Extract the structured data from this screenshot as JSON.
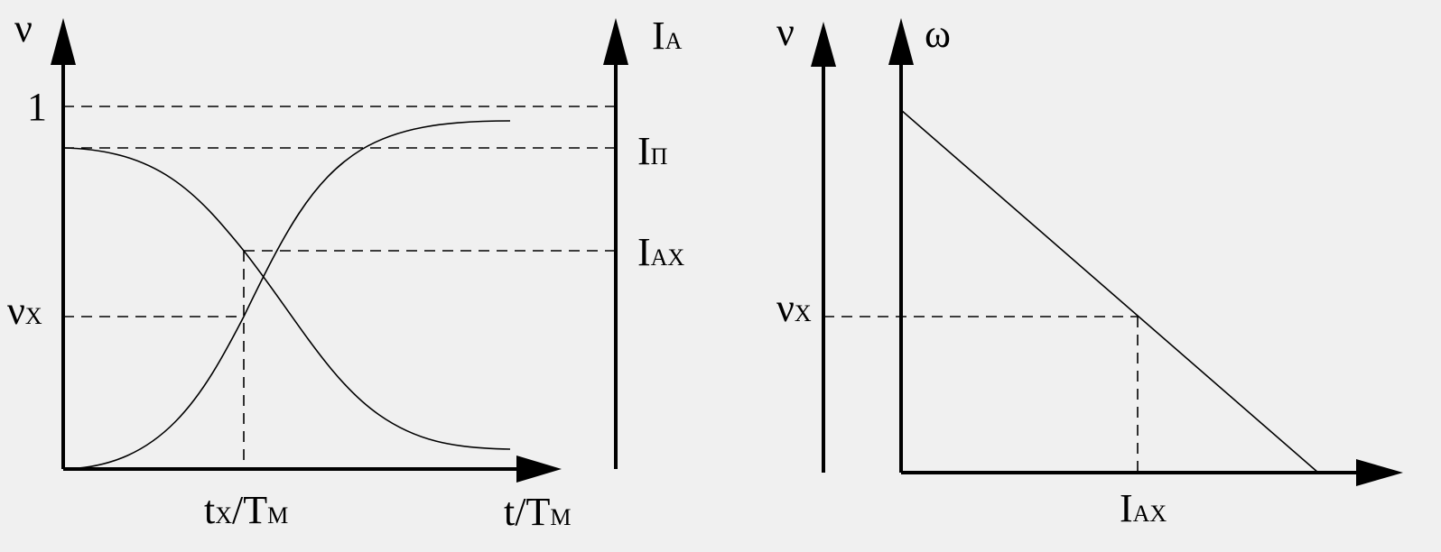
{
  "left_plot": {
    "y_axis_label": "ν",
    "y_tick_one": "1",
    "y_tick_vx": {
      "main": "ν",
      "sub": "X"
    },
    "x_tick_tx": {
      "main": "t",
      "sub": "X",
      "slash": "/T",
      "sub2": "M"
    },
    "x_axis_label": {
      "main": "t/T",
      "sub": "M"
    },
    "right_axis_label": {
      "main": "I",
      "sub": "A"
    },
    "right_tick_ip": {
      "main": "I",
      "sub": "П"
    },
    "right_tick_iax": {
      "main": "I",
      "sub": "AX"
    }
  },
  "right_plot": {
    "left_axis_label": "ν",
    "omega_axis_label": "ω",
    "y_tick_vx": {
      "main": "ν",
      "sub": "X"
    },
    "x_tick_iax": {
      "main": "I",
      "sub": "AX"
    }
  }
}
